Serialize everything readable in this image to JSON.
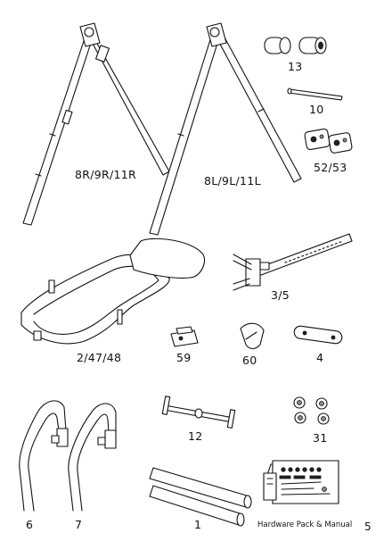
{
  "parts": {
    "frame_right": "8R/9R/11R",
    "frame_left": "8L/9L/11L",
    "part_13": "13",
    "part_10": "10",
    "part_52_53": "52/53",
    "part_3_5": "3/5",
    "part_2_47_48": "2/47/48",
    "part_59": "59",
    "part_60": "60",
    "part_4": "4",
    "part_12": "12",
    "part_31": "31",
    "part_6": "6",
    "part_7": "7",
    "part_1": "1",
    "hardware_pack": "Hardware Pack & Manual"
  },
  "page_number": "5"
}
